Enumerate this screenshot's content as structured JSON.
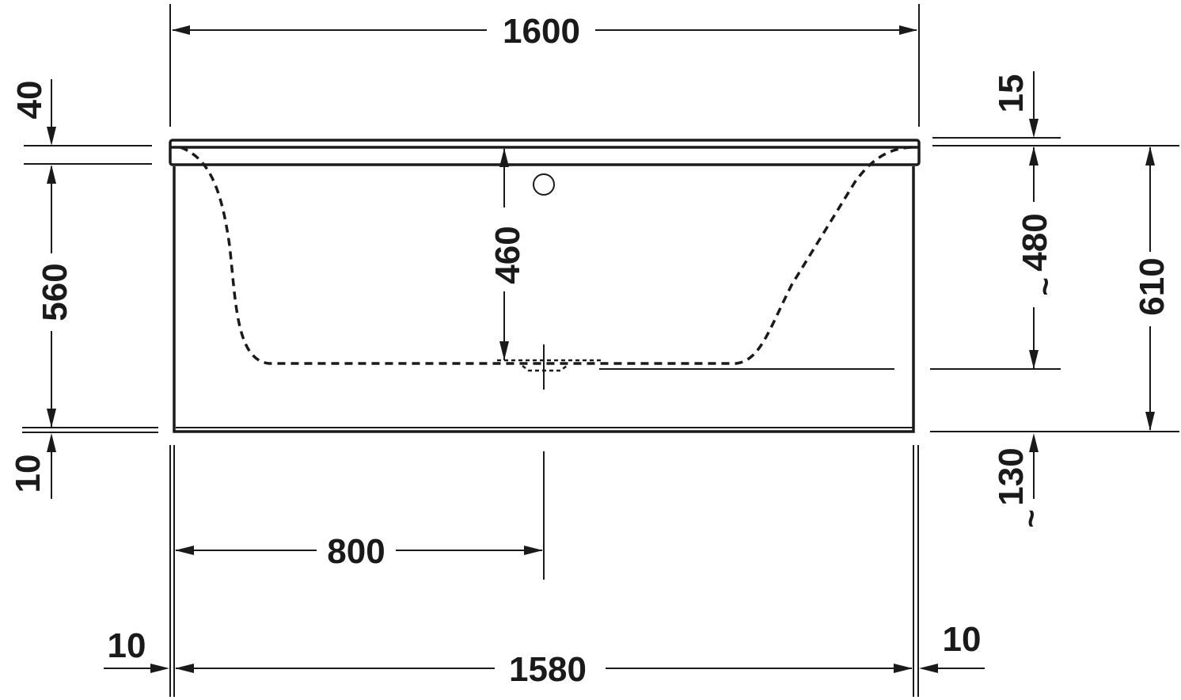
{
  "drawing": {
    "title": "Bathtub dimension drawing - front elevation",
    "units": "mm",
    "line_color": "#1a1a1a",
    "background": "#ffffff"
  },
  "dimensions": {
    "overall_width": "1600",
    "rim_overhang_height": "40",
    "panel_height": "560",
    "bottom_gap": "10",
    "rim_top_offset": "15",
    "inner_depth": "460",
    "water_depth": "480",
    "water_depth_prefix": "~",
    "overall_height": "610",
    "foot_height": "130",
    "foot_height_prefix": "~",
    "center_offset": "800",
    "panel_width": "1580",
    "left_offset": "10",
    "right_offset": "10"
  },
  "features": {
    "overflow": "overflow-circle",
    "drain": "drain-outlet",
    "tub_profile": "dashed-inner-basin"
  }
}
